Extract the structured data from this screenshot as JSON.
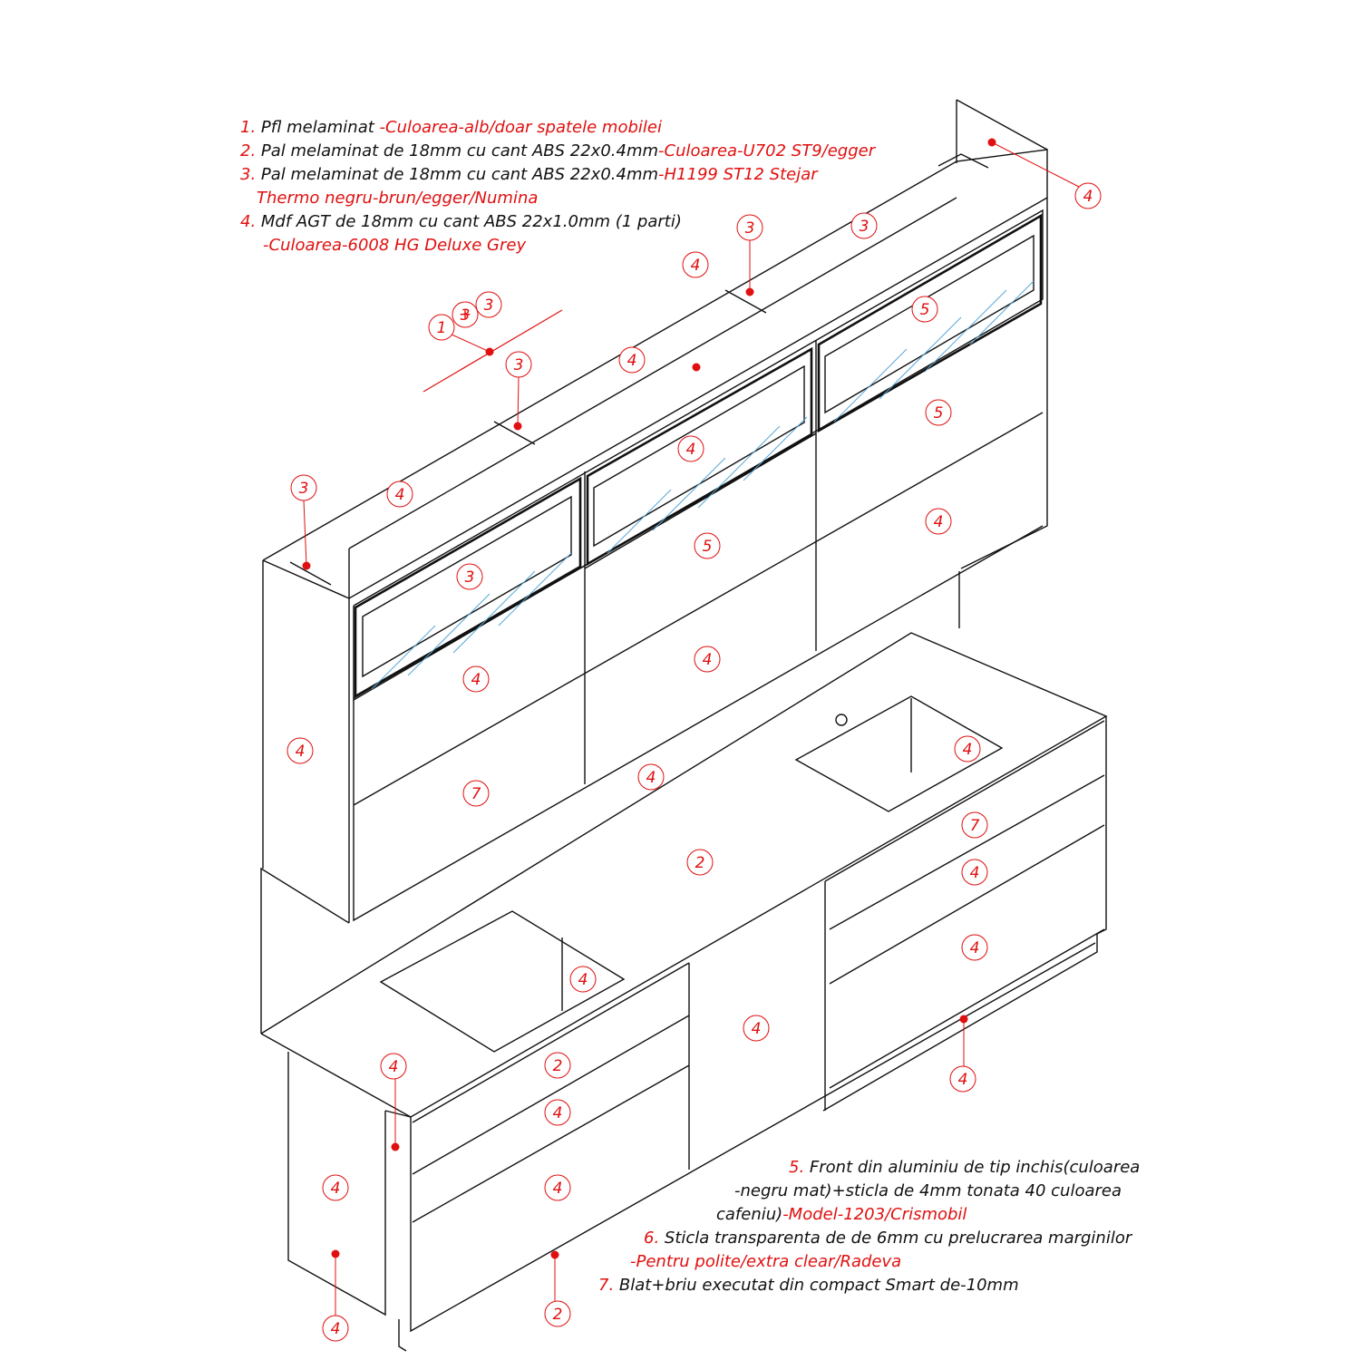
{
  "legend_top": [
    {
      "num": "1.",
      "text": "Pfl melaminat ",
      "accent": "-Culoarea-alb/doar spatele mobilei"
    },
    {
      "num": "2.",
      "text": "Pal melaminat de 18mm cu cant ABS 22x0.4mm",
      "accent": "-Culoarea-U702 ST9/egger"
    },
    {
      "num": "3.",
      "text": "Pal melaminat de 18mm cu cant ABS 22x0.4mm",
      "accent": "-H1199 ST12 Stejar"
    },
    {
      "num": "",
      "text": "",
      "accent": "Thermo negru-brun/egger/Numina"
    },
    {
      "num": "4.",
      "text": "Mdf AGT de 18mm cu cant ABS 22x1.0mm (1 parti)",
      "accent": ""
    },
    {
      "num": "",
      "text": "",
      "accent": "-Culoarea-6008 HG Deluxe Grey"
    }
  ],
  "legend_bottom": [
    {
      "num": "5.",
      "text": "Front din aluminiu de tip inchis(culoarea",
      "accent": ""
    },
    {
      "num": "",
      "text": "-negru mat)+sticla de 4mm tonata 40 culoarea",
      "accent": ""
    },
    {
      "num": "",
      "text": "cafeniu)",
      "accent": "-Model-1203/Crismobil"
    },
    {
      "num": "6.",
      "text": "Sticla transparenta de de  6mm cu prelucrarea marginilor",
      "accent": ""
    },
    {
      "num": "",
      "text": "",
      "accent": "-Pentru polite/extra clear/Radeva"
    },
    {
      "num": "7.",
      "text": "Blat+briu executat din compact Smart de-10mm",
      "accent": ""
    }
  ],
  "bubbles": [
    "4",
    "3",
    "3",
    "4",
    "5",
    "1",
    "+",
    "3",
    "3",
    "3",
    "4",
    "5",
    "4",
    "4",
    "5",
    "3",
    "3",
    "4",
    "4",
    "4",
    "4",
    "7",
    "4",
    "4",
    "7",
    "2",
    "4",
    "4",
    "4",
    "4",
    "4",
    "2",
    "4",
    "4",
    "4",
    "4",
    "2",
    "4"
  ],
  "colors": {
    "line": "#111111",
    "accent": "#e01010",
    "glass": "#58a8d8"
  }
}
